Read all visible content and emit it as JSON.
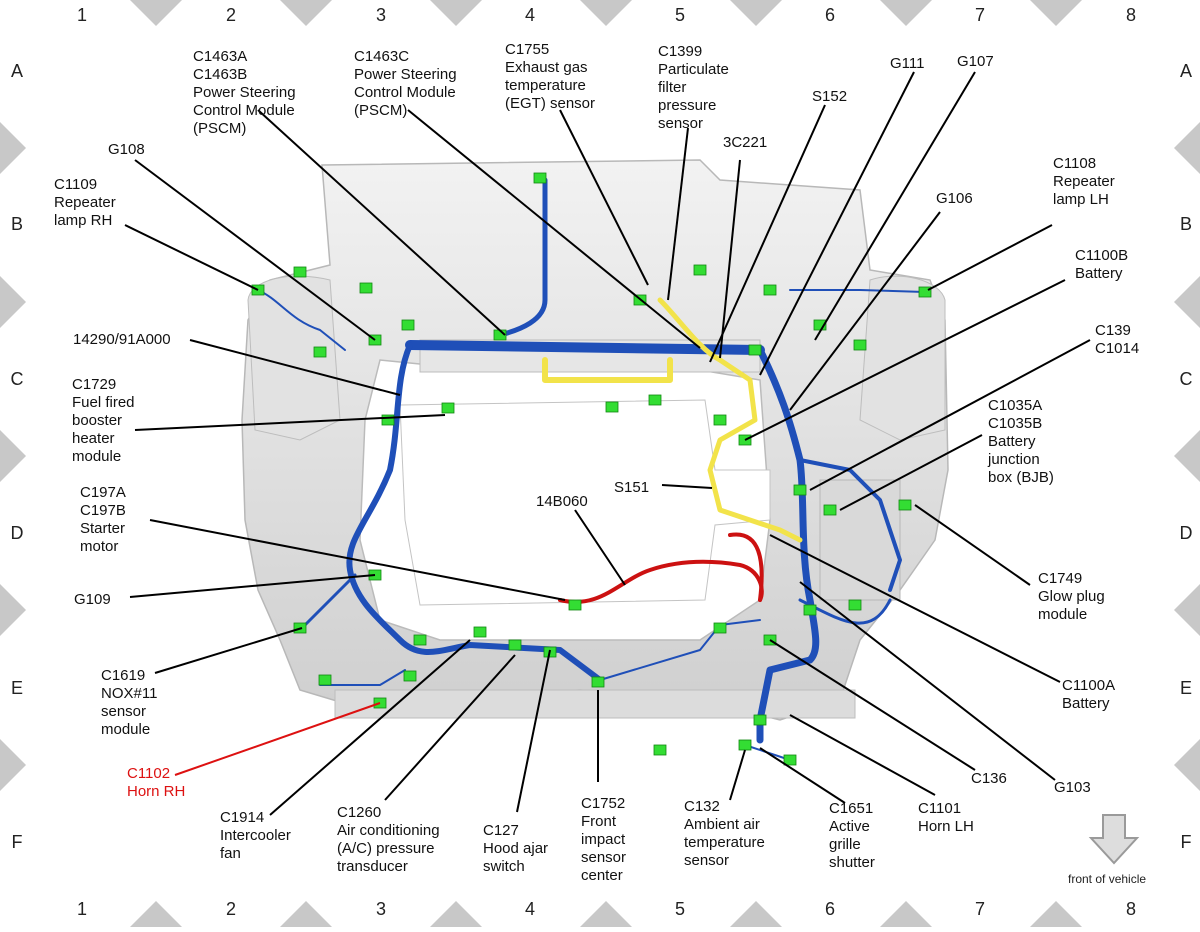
{
  "grid": {
    "columns": [
      "1",
      "2",
      "3",
      "4",
      "5",
      "6",
      "7",
      "8"
    ],
    "rows": [
      "A",
      "B",
      "C",
      "D",
      "E",
      "F"
    ]
  },
  "labels": {
    "c1463ab": [
      "C1463A",
      "C1463B",
      "Power Steering",
      "Control Module",
      "(PSCM)"
    ],
    "c1463c": [
      "C1463C",
      "Power Steering",
      "Control Module",
      "(PSCM)"
    ],
    "c1755": [
      "C1755",
      "Exhaust gas",
      "temperature",
      "(EGT) sensor"
    ],
    "c1399": [
      "C1399",
      "Particulate",
      "filter",
      "pressure",
      "sensor"
    ],
    "g111": [
      "G111"
    ],
    "g107": [
      "G107"
    ],
    "s152": [
      "S152"
    ],
    "n3c221": [
      "3C221"
    ],
    "g108": [
      "G108"
    ],
    "c1109": [
      "C1109",
      "Repeater",
      "lamp RH"
    ],
    "c1108": [
      "C1108",
      "Repeater",
      "lamp LH"
    ],
    "g106": [
      "G106"
    ],
    "c1100b": [
      "C1100B",
      "Battery"
    ],
    "n14290": [
      "14290/91A000"
    ],
    "c139": [
      "C139",
      "C1014"
    ],
    "c1729": [
      "C1729",
      "Fuel fired",
      "booster",
      "heater",
      "module"
    ],
    "c1035": [
      "C1035A",
      "C1035B",
      "Battery",
      "junction",
      "box (BJB)"
    ],
    "s151": [
      "S151"
    ],
    "n14b060": [
      "14B060"
    ],
    "c197": [
      "C197A",
      "C197B",
      "Starter",
      "motor"
    ],
    "c1749": [
      "C1749",
      "Glow plug",
      "module"
    ],
    "g109": [
      "G109"
    ],
    "c1619": [
      "C1619",
      "NOX#11",
      "sensor",
      "module"
    ],
    "c1100a": [
      "C1100A",
      "Battery"
    ],
    "c1102": [
      "C1102",
      "Horn RH"
    ],
    "c136": [
      "C136"
    ],
    "g103": [
      "G103"
    ],
    "c1914": [
      "C1914",
      "Intercooler",
      "fan"
    ],
    "c1260": [
      "C1260",
      "Air conditioning",
      "(A/C) pressure",
      "transducer"
    ],
    "c127": [
      "C127",
      "Hood ajar",
      "switch"
    ],
    "c1752": [
      "C1752",
      "Front",
      "impact",
      "sensor",
      "center"
    ],
    "c132": [
      "C132",
      "Ambient air",
      "temperature",
      "sensor"
    ],
    "c1651": [
      "C1651",
      "Active",
      "grille",
      "shutter"
    ],
    "c1101": [
      "C1101",
      "Horn LH"
    ]
  },
  "footer": {
    "front_of_vehicle": "front of vehicle"
  },
  "colors": {
    "harness_main": "#1f4fb8",
    "harness_yellow": "#f2e34a",
    "harness_red": "#cc1111",
    "connector_green": "#33dd33",
    "highlight_label": "#dd1111",
    "frame_grey": "#d4d4d4",
    "border_grey": "#c8c8c8"
  },
  "icons": {
    "front_arrow": "down-arrow-icon"
  }
}
